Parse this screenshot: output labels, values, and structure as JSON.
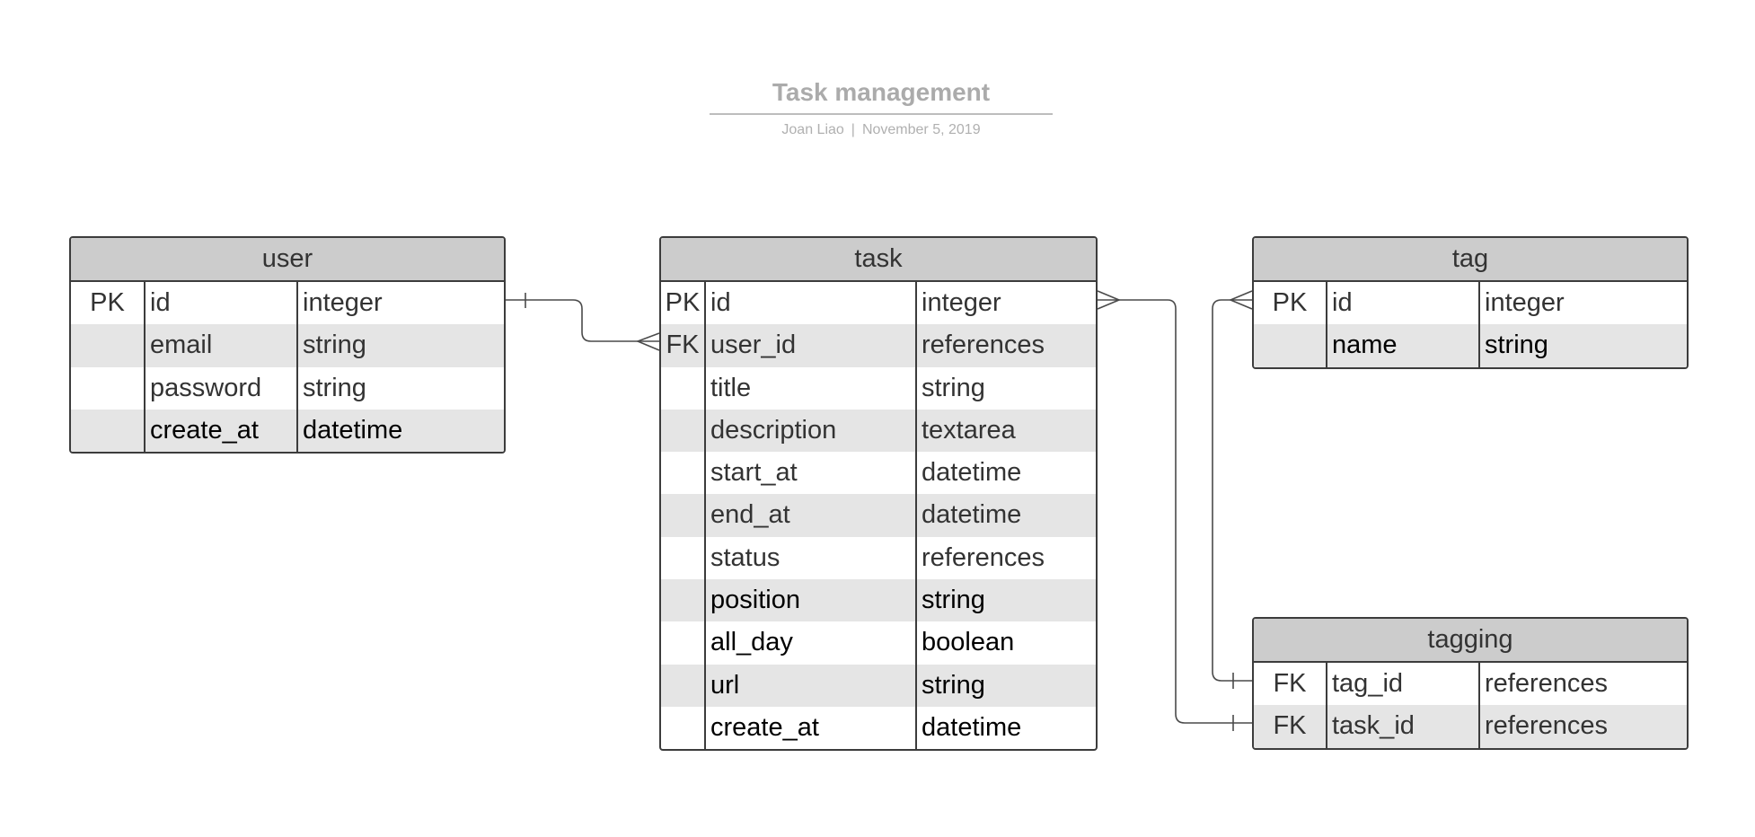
{
  "header": {
    "title": "Task management",
    "author": "Joan Liao",
    "separator": "|",
    "date": "November 5, 2019"
  },
  "entities": {
    "user": {
      "name": "user",
      "rows": [
        {
          "key": "PK",
          "field": "id",
          "type": "integer"
        },
        {
          "key": "",
          "field": "email",
          "type": "string"
        },
        {
          "key": "",
          "field": "password",
          "type": "string"
        },
        {
          "key": "",
          "field": "create_at",
          "type": "datetime"
        }
      ]
    },
    "task": {
      "name": "task",
      "rows": [
        {
          "key": "PK",
          "field": "id",
          "type": "integer"
        },
        {
          "key": "FK",
          "field": "user_id",
          "type": "references"
        },
        {
          "key": "",
          "field": "title",
          "type": "string"
        },
        {
          "key": "",
          "field": "description",
          "type": "textarea"
        },
        {
          "key": "",
          "field": "start_at",
          "type": "datetime"
        },
        {
          "key": "",
          "field": "end_at",
          "type": "datetime"
        },
        {
          "key": "",
          "field": "status",
          "type": "references"
        },
        {
          "key": "",
          "field": "position",
          "type": "string"
        },
        {
          "key": "",
          "field": "all_day",
          "type": "boolean"
        },
        {
          "key": "",
          "field": "url",
          "type": "string"
        },
        {
          "key": "",
          "field": "create_at",
          "type": "datetime"
        }
      ]
    },
    "tag": {
      "name": "tag",
      "rows": [
        {
          "key": "PK",
          "field": "id",
          "type": "integer"
        },
        {
          "key": "",
          "field": "name",
          "type": "string"
        }
      ]
    },
    "tagging": {
      "name": "tagging",
      "rows": [
        {
          "key": "FK",
          "field": "tag_id",
          "type": "references"
        },
        {
          "key": "FK",
          "field": "task_id",
          "type": "references"
        }
      ]
    }
  },
  "relationships": [
    {
      "from": "user.id",
      "to": "task.user_id",
      "from_end": "one",
      "to_end": "many"
    },
    {
      "from": "task.id",
      "to": "tagging.task_id",
      "from_end": "many",
      "to_end": "one"
    },
    {
      "from": "tag.id",
      "to": "tagging.tag_id",
      "from_end": "many",
      "to_end": "one"
    }
  ]
}
